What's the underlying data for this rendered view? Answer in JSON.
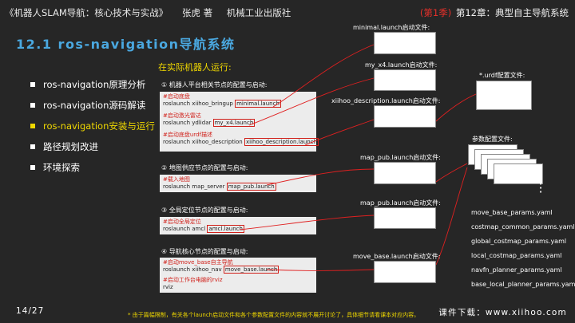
{
  "header": {
    "book": "《机器人SLAM导航：核心技术与实战》",
    "author": "张虎 著",
    "publisher": "机械工业出版社",
    "volume": "(第1季)",
    "chapter": "第12章：典型自主导航系统"
  },
  "title": "12.1 ros-navigation导航系统",
  "nav": {
    "items": [
      {
        "label": "ros-navigation原理分析",
        "active": false
      },
      {
        "label": "ros-navigation源码解读",
        "active": false
      },
      {
        "label": "ros-navigation安装与运行",
        "active": true
      },
      {
        "label": "路径规划改进",
        "active": false
      },
      {
        "label": "环境探索",
        "active": false
      }
    ]
  },
  "section_title": "在实际机器人运行:",
  "steps": [
    {
      "title": "① 机器人平台相关节点的配置与启动:",
      "lines": [
        {
          "comment": "#启动底盘",
          "cmd": "roslaunch xiihoo_bringup ",
          "file": "minimal.launch"
        },
        {
          "comment": "#启动激光雷达",
          "cmd": "roslaunch ydlidar ",
          "file": "my_x4.launch"
        },
        {
          "comment": "#启动底盘urdf描述",
          "cmd": "roslaunch xiihoo_description ",
          "file": "xiihoo_description.launch"
        }
      ]
    },
    {
      "title": "② 地图供应节点的配置与启动:",
      "lines": [
        {
          "comment": "#载入地图",
          "cmd": "roslaunch map_server ",
          "file": "map_pub.launch"
        }
      ]
    },
    {
      "title": "③ 全局定位节点的配置与启动:",
      "lines": [
        {
          "comment": "#启动全局定位",
          "cmd": "roslaunch amcl ",
          "file": "amcl.launch"
        }
      ]
    },
    {
      "title": "④ 导航核心节点的配置与启动:",
      "lines": [
        {
          "comment": "#启动move_base自主导航",
          "cmd": "roslaunch xiihoo_nav ",
          "file": "move_base.launch"
        },
        {
          "comment": "#启动工作台电脑的rviz",
          "cmd": "rviz",
          "file": ""
        }
      ]
    }
  ],
  "launch_files": [
    "minimal.launch启动文件:",
    "my_x4.launch启动文件:",
    "xiihoo_description.launch启动文件:",
    "map_pub.launch启动文件:",
    "map_pub.launch启动文件:",
    "move_base.launch启动文件:"
  ],
  "urdf_label": "*.urdf配置文件:",
  "params_label": "参数配置文件:",
  "yaml_files": [
    "move_base_params.yaml",
    "costmap_common_params.yaml",
    "global_costmap_params.yaml",
    "local_costmap_params.yaml",
    "navfn_planner_params.yaml",
    "base_local_planner_params.yaml"
  ],
  "footer": {
    "page": "14/27",
    "note": "* 由于篇幅限制，有关各个launch启动文件和各个参数配置文件的内容就不展开讨论了，具体细节请看课本对应内容。",
    "download": "课件下载：www.xiihoo.com"
  },
  "colors": {
    "accent_blue": "#4aa8e0",
    "accent_yellow": "#f0d800",
    "accent_red": "#e5302a",
    "background": "#262626"
  }
}
